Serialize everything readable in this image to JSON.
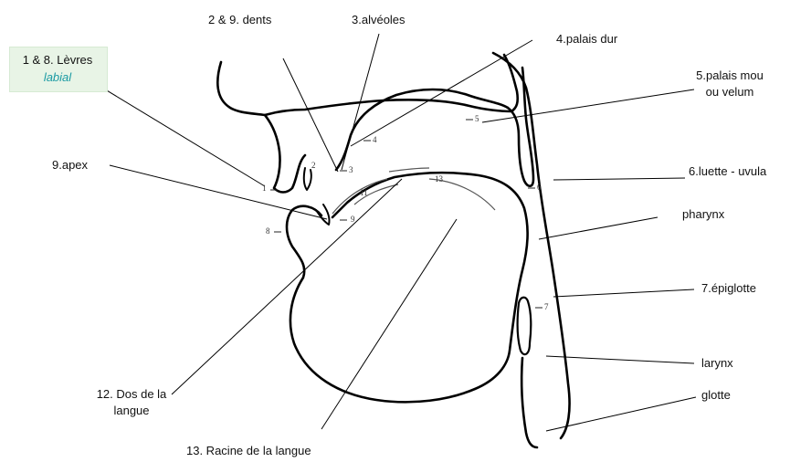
{
  "labels": {
    "levres": "1 & 8. Lèvres",
    "labial": "labial",
    "dents": "2 & 9. dents",
    "alveoles": "3.alvéoles",
    "palais_dur": "4.palais dur",
    "palais_mou_1": "5.palais mou",
    "palais_mou_2": "ou velum",
    "apex": "9.apex",
    "luette": "6.luette - uvula",
    "pharynx": "pharynx",
    "epiglotte": "7.épiglotte",
    "larynx": "larynx",
    "glotte": "glotte",
    "dos_1": "12. Dos de la",
    "dos_2": "langue",
    "racine": "13. Racine de la langue"
  },
  "markers": {
    "m1": "1",
    "m2": "2",
    "m3": "3",
    "m4": "4",
    "m5": "5",
    "m6": "6",
    "m7": "7",
    "m8": "8",
    "m9": "9",
    "m11": "11",
    "m13": "13"
  },
  "colors": {
    "highlight_bg": "#e8f4e6",
    "labial_text": "#1a9aa3",
    "ink": "#111111"
  }
}
